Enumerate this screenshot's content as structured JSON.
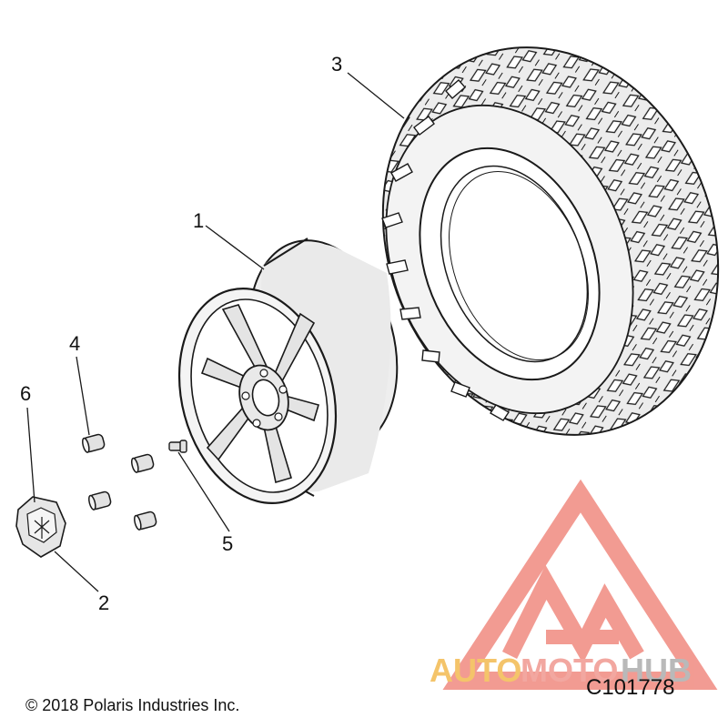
{
  "callouts": {
    "c1": "1",
    "c2": "2",
    "c3": "3",
    "c4": "4",
    "c5": "5",
    "c6": "6"
  },
  "footer": {
    "copyright": "© 2018 Polaris Industries Inc.",
    "diagram_id": "C101778"
  },
  "watermark": {
    "part1": "AUTO",
    "part2": "MOTO",
    "part3": "HUB",
    "color_auto": "#f4c46a",
    "color_moto": "#f2a7a0",
    "color_hub": "#b9b9b9",
    "logo_color": "#f08a80"
  },
  "colors": {
    "line": "#1a1a1a",
    "fill": "#ebebeb",
    "fill_dark": "#d2d2d2"
  }
}
